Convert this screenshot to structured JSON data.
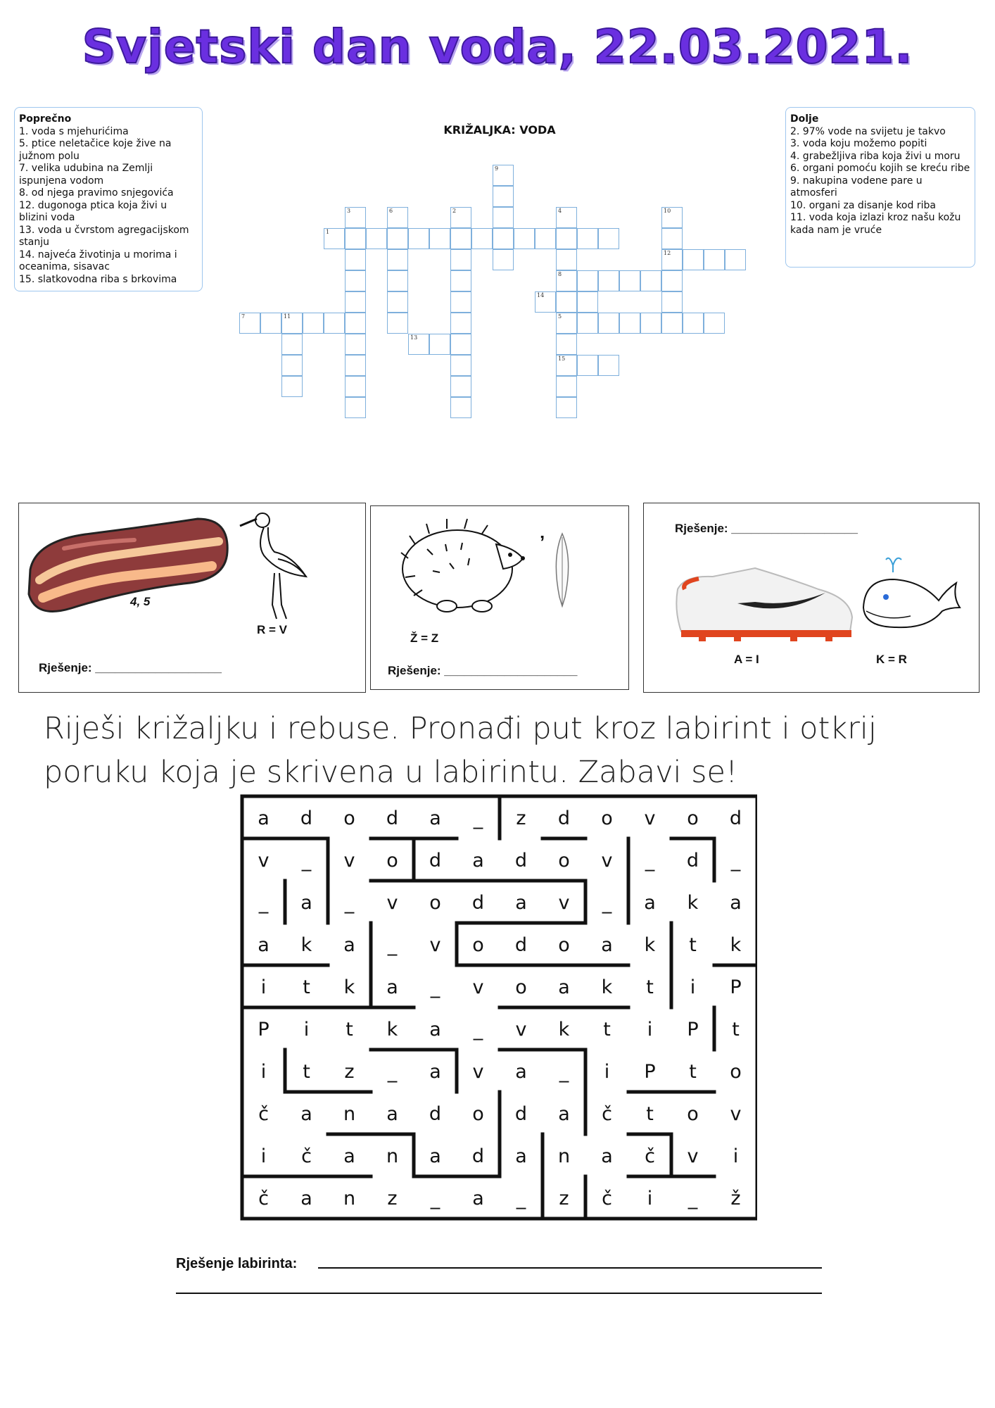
{
  "title": "Svjetski dan voda, 22.03.2021.",
  "crossword": {
    "title": "KRIŽALJKA: VODA",
    "across": {
      "heading": "Poprečno",
      "items": [
        "1. voda s mjehurićima",
        "5. ptice neletačice koje žive na južnom polu",
        "7. velika udubina na Zemlji ispunjena vodom",
        "8. od njega pravimo snjegovića",
        "12. dugonoga ptica koja živi u blizini voda",
        "13. voda u čvrstom agregacijskom stanju",
        "14. najveća životinja u morima i oceanima, sisavac",
        "15. slatkovodna riba s brkovima"
      ]
    },
    "down": {
      "heading": "Dolje",
      "items": [
        "2. 97% vode na svijetu je takvo",
        "3. voda koju možemo popiti",
        "4. grabežljiva riba koja živi u moru",
        "6. organi pomoću kojih se kreću ribe",
        "9. nakupina vodene pare u atmosferi",
        "10. organi za disanje kod riba",
        "11. voda koja izlazi kroz našu kožu kada nam je vruće"
      ]
    },
    "entries": [
      {
        "num": "1",
        "dir": "across",
        "r": 3,
        "c": 4,
        "len": 14
      },
      {
        "num": "2",
        "dir": "down",
        "r": 2,
        "c": 10,
        "len": 10
      },
      {
        "num": "3",
        "dir": "down",
        "r": 2,
        "c": 5,
        "len": 10
      },
      {
        "num": "4",
        "dir": "down",
        "r": 2,
        "c": 15,
        "len": 10
      },
      {
        "num": "5",
        "dir": "across",
        "r": 7,
        "c": 15,
        "len": 8
      },
      {
        "num": "6",
        "dir": "down",
        "r": 2,
        "c": 7,
        "len": 6
      },
      {
        "num": "7",
        "dir": "across",
        "r": 7,
        "c": 0,
        "len": 6
      },
      {
        "num": "8",
        "dir": "across",
        "r": 5,
        "c": 15,
        "len": 6
      },
      {
        "num": "9",
        "dir": "down",
        "r": 0,
        "c": 12,
        "len": 5
      },
      {
        "num": "10",
        "dir": "down",
        "r": 2,
        "c": 20,
        "len": 5
      },
      {
        "num": "11",
        "dir": "down",
        "r": 7,
        "c": 2,
        "len": 4
      },
      {
        "num": "12",
        "dir": "across",
        "r": 4,
        "c": 20,
        "len": 4
      },
      {
        "num": "13",
        "dir": "across",
        "r": 8,
        "c": 8,
        "len": 3
      },
      {
        "num": "14",
        "dir": "across",
        "r": 6,
        "c": 14,
        "len": 3
      },
      {
        "num": "15",
        "dir": "across",
        "r": 9,
        "c": 15,
        "len": 3
      }
    ]
  },
  "rebuses": [
    {
      "hint1": "4, 5",
      "hint2": "R = V",
      "answer_label": "Rješenje: ___________________"
    },
    {
      "hint1": "’",
      "hint2": "Ž = Z",
      "answer_label": "Rješenje: ____________________"
    },
    {
      "answer_label": "Rješenje: ___________________",
      "hint1": "A = I",
      "hint2": "K = R"
    }
  ],
  "instruction": "Riješi križaljku i rebuse. Pronađi put kroz labirint i otkrij poruku koja je skrivena u labirintu. Zabavi se!",
  "maze": {
    "rows": [
      [
        "a",
        "d",
        "o",
        "d",
        "a",
        "_",
        "z",
        "d",
        "o",
        "v",
        "o",
        "d"
      ],
      [
        "v",
        "_",
        "v",
        "o",
        "d",
        "a",
        "d",
        "o",
        "v",
        "_",
        "d",
        "_"
      ],
      [
        "_",
        "a",
        "_",
        "v",
        "o",
        "d",
        "a",
        "v",
        "_",
        "a",
        "k",
        "a"
      ],
      [
        "a",
        "k",
        "a",
        "_",
        "v",
        "o",
        "d",
        "o",
        "a",
        "k",
        "t",
        "k"
      ],
      [
        "i",
        "t",
        "k",
        "a",
        "_",
        "v",
        "o",
        "a",
        "k",
        "t",
        "i",
        "P"
      ],
      [
        "P",
        "i",
        "t",
        "k",
        "a",
        "_",
        "v",
        "k",
        "t",
        "i",
        "P",
        "t"
      ],
      [
        "i",
        "t",
        "z",
        "_",
        "a",
        "v",
        "a",
        "_",
        "i",
        "P",
        "t",
        "o"
      ],
      [
        "č",
        "a",
        "n",
        "a",
        "d",
        "o",
        "d",
        "a",
        "č",
        "t",
        "o",
        "v"
      ],
      [
        "i",
        "č",
        "a",
        "n",
        "a",
        "d",
        "a",
        "n",
        "a",
        "č",
        "v",
        "i"
      ],
      [
        "č",
        "a",
        "n",
        "z",
        "_",
        "a",
        "_",
        "z",
        "č",
        "i",
        "_",
        "ž"
      ]
    ]
  },
  "maze_answer_label": "Rješenje labirinta:"
}
